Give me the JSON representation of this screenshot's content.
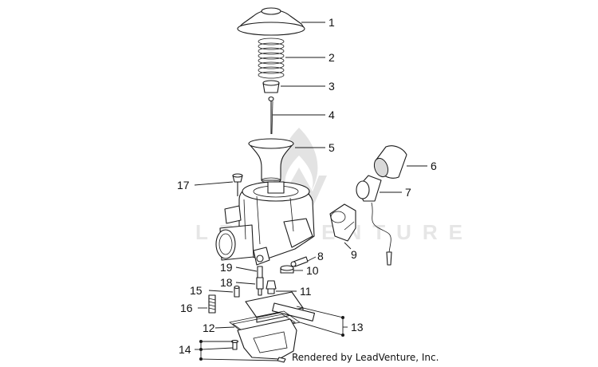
{
  "diagram": {
    "callouts": [
      "1",
      "2",
      "3",
      "4",
      "5",
      "6",
      "7",
      "8",
      "9",
      "10",
      "11",
      "12",
      "13",
      "14",
      "15",
      "16",
      "17",
      "18",
      "19"
    ],
    "watermark_text": "LEADVENTURE",
    "footer_text": "Rendered by LeadVenture, Inc."
  }
}
